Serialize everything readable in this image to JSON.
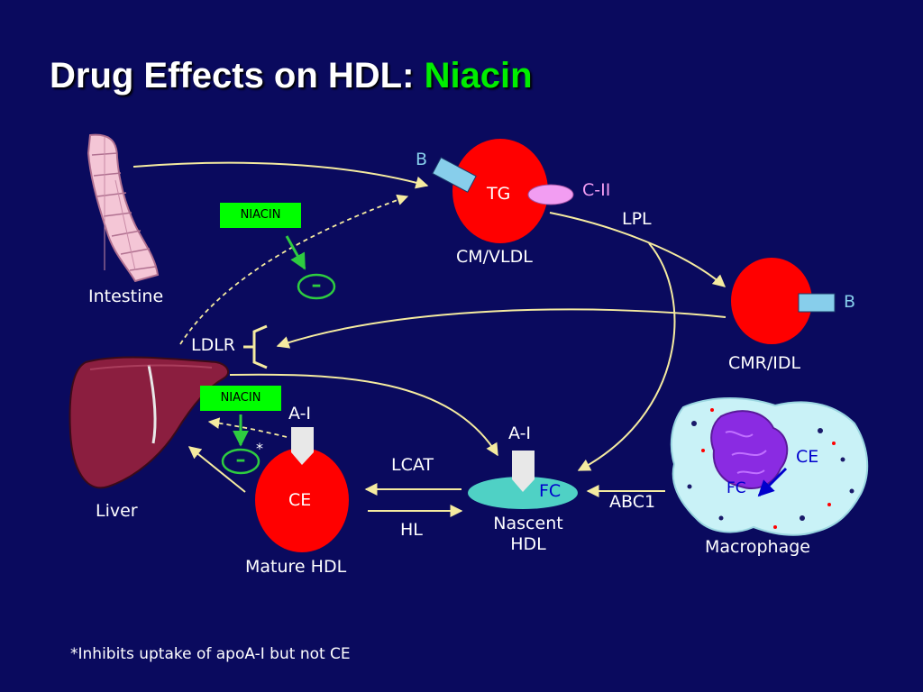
{
  "title": {
    "main": "Drug Effects on HDL:",
    "accent": "Niacin"
  },
  "colors": {
    "background": "#0a0a5e",
    "lipoprotein": "#ff0000",
    "apoB": "#87ceeb",
    "apoCII": "#f29df2",
    "nascent_hdl": "#4fd1c5",
    "niacin_box": "#00ff00",
    "arrow": "#f5eba0",
    "inhibition": "#2ecc40",
    "title_accent": "#00ee00"
  },
  "labels": {
    "intestine": "Intestine",
    "liver": "Liver",
    "b_top": "B",
    "tg": "TG",
    "c_ii": "C-II",
    "lpl": "LPL",
    "cm_vldl": "CM/VLDL",
    "b_right": "B",
    "cmr_idl": "CMR/IDL",
    "ldlr": "LDLR",
    "niacin_top": "NIACIN",
    "niacin_bottom": "NIACIN",
    "minus_top": "–",
    "minus_bottom": "–",
    "asterisk": "*",
    "a_i_mature": "A-I",
    "ce_mature": "CE",
    "mature_hdl": "Mature HDL",
    "lcat": "LCAT",
    "hl": "HL",
    "a_i_nascent": "A-I",
    "fc_nascent": "FC",
    "nascent_hdl": "Nascent\nHDL",
    "abc1": "ABC1",
    "ce_macrophage": "CE",
    "fc_macrophage": "FC",
    "macrophage": "Macrophage"
  },
  "footnote": "*Inhibits uptake of apoA-I but not CE"
}
